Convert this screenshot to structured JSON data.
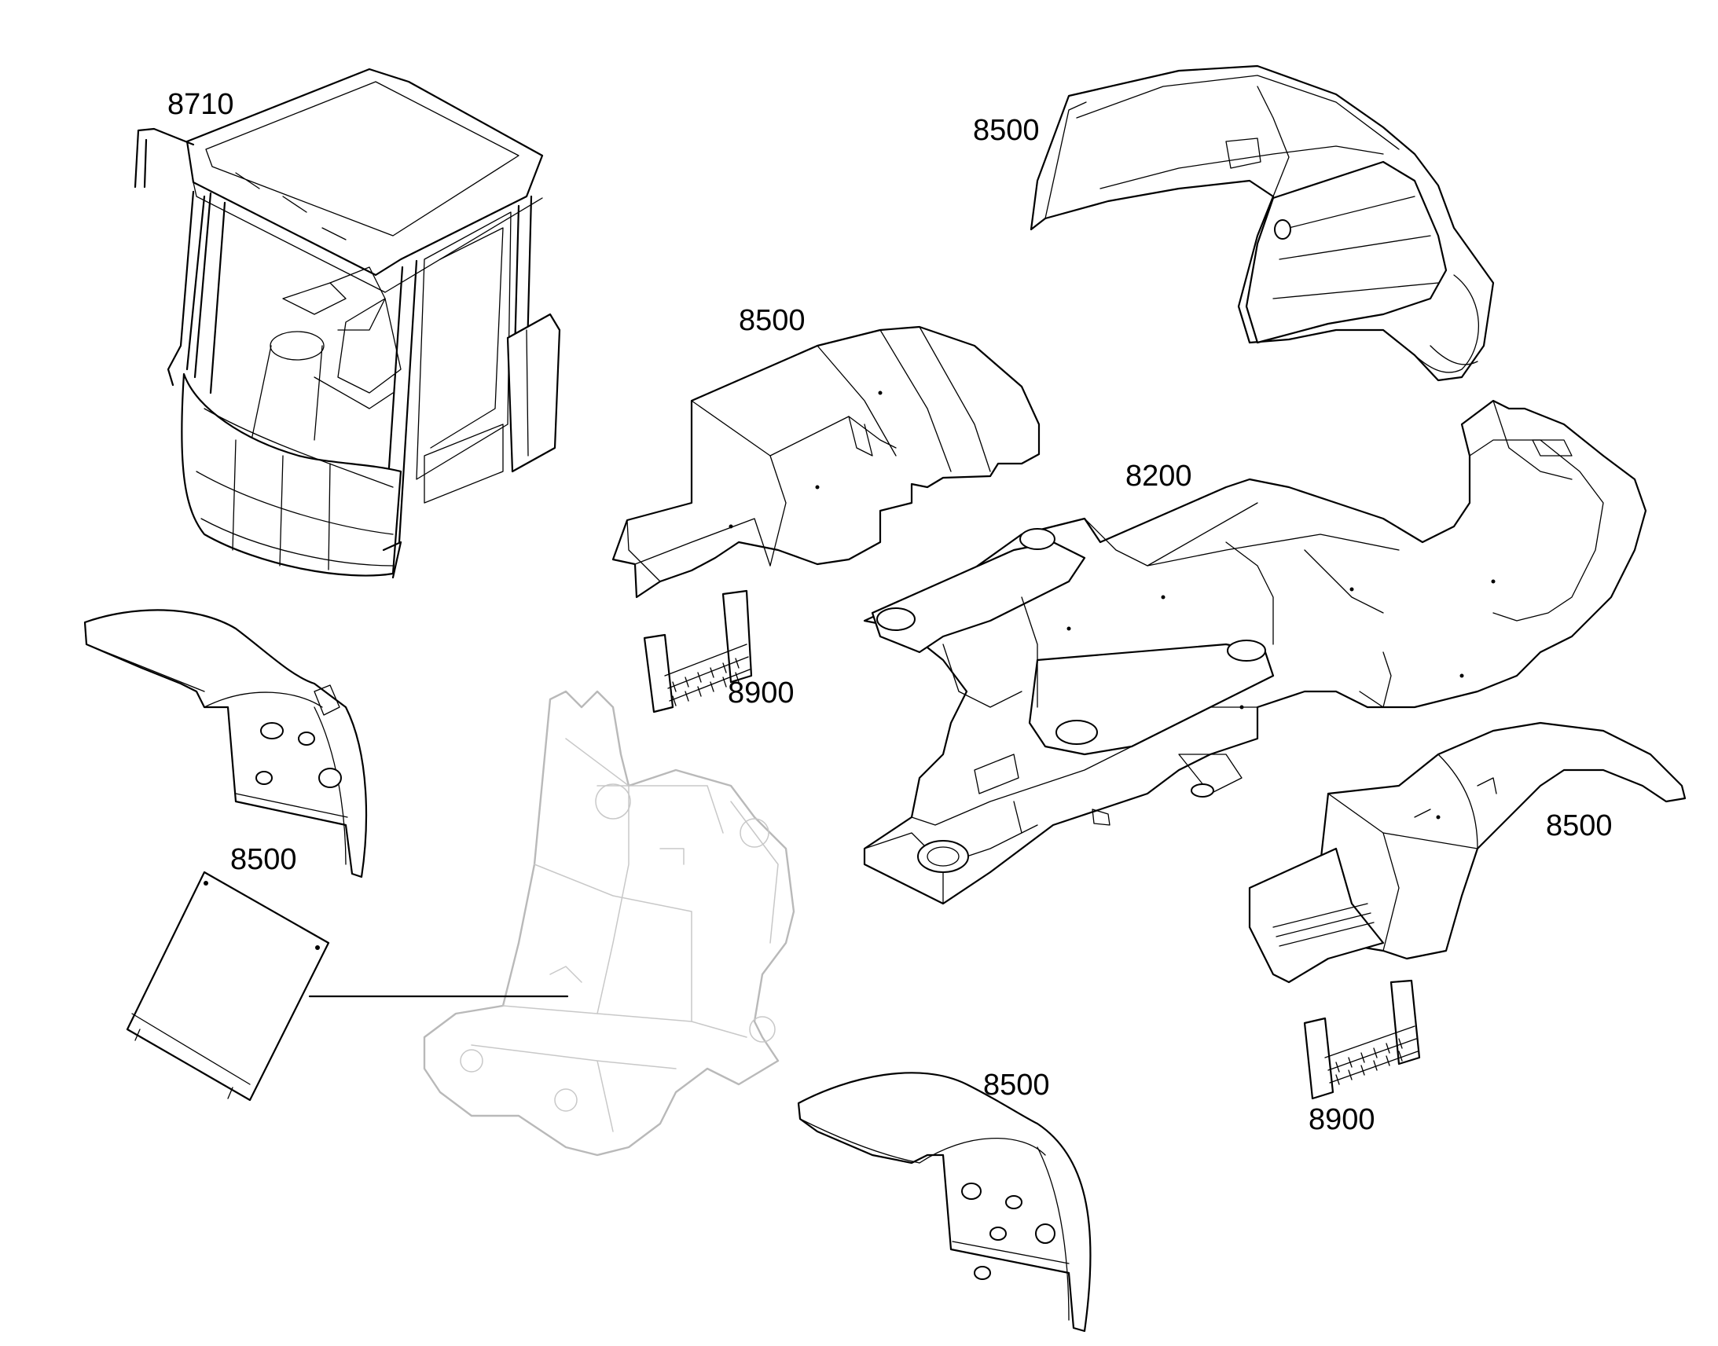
{
  "labels": {
    "cab": "8710",
    "hood_top_right": "8500",
    "hood_center": "8500",
    "frame_rear": "8200",
    "fender_left": "8500",
    "fender_right": "8500",
    "fender_bottom": "8500",
    "step_center": "8900",
    "step_right": "8900"
  },
  "colors": {
    "line": "#000000",
    "ghost_part": "#b9b9b9",
    "background": "#ffffff"
  }
}
